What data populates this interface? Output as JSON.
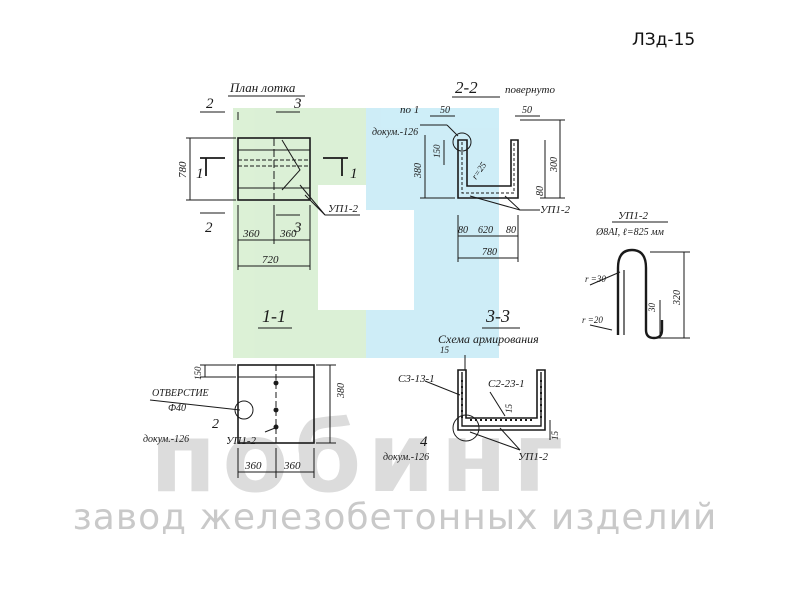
{
  "header": {
    "doc_code": "ЛЗд-15"
  },
  "watermark": {
    "brand": "побинг",
    "subtitle": "завод железобетонных изделий",
    "colors": {
      "green": "#d8efd2",
      "blue": "#c9ecf7"
    }
  },
  "plan": {
    "title": "План лотка",
    "cut2": "2",
    "cut3": "3",
    "cut1": "1",
    "dim_height": "780",
    "dim_left": "360",
    "dim_right": "360",
    "dim_total": "720",
    "rebar": "УП1-2"
  },
  "section22": {
    "title": "2-2",
    "note": "повернуто",
    "pos": "по 1",
    "ref": "докум.-126",
    "d50a": "50",
    "d50b": "50",
    "d150": "150",
    "d380": "380",
    "d300": "300",
    "d80v": "80",
    "radius": "r=25",
    "d80l": "80",
    "d620": "620",
    "d80r": "80",
    "d780": "780",
    "rebar": "УП1-2"
  },
  "detail": {
    "title": "УП1-2",
    "spec": "Ø8АI, ℓ=825 мм",
    "r30": "r =30",
    "r20": "r =20",
    "d30": "30",
    "d320": "320"
  },
  "section11": {
    "title": "1-1",
    "d150": "150",
    "d380": "380",
    "hole_label": "ОТВЕРСТИЕ",
    "hole_dia": "Ф40",
    "pos": "2",
    "ref": "докум.-126",
    "rebar": "УП1-2",
    "d360a": "360",
    "d360b": "360"
  },
  "section33": {
    "title": "3-3",
    "subtitle": "Схема  армирования",
    "d15top": "15",
    "mesh1": "С3-13-1",
    "mesh2": "С2-23-1",
    "d15in": "15",
    "pos": "4",
    "ref": "докум.-126",
    "rebar": "УП1-2",
    "d15r": "15"
  }
}
